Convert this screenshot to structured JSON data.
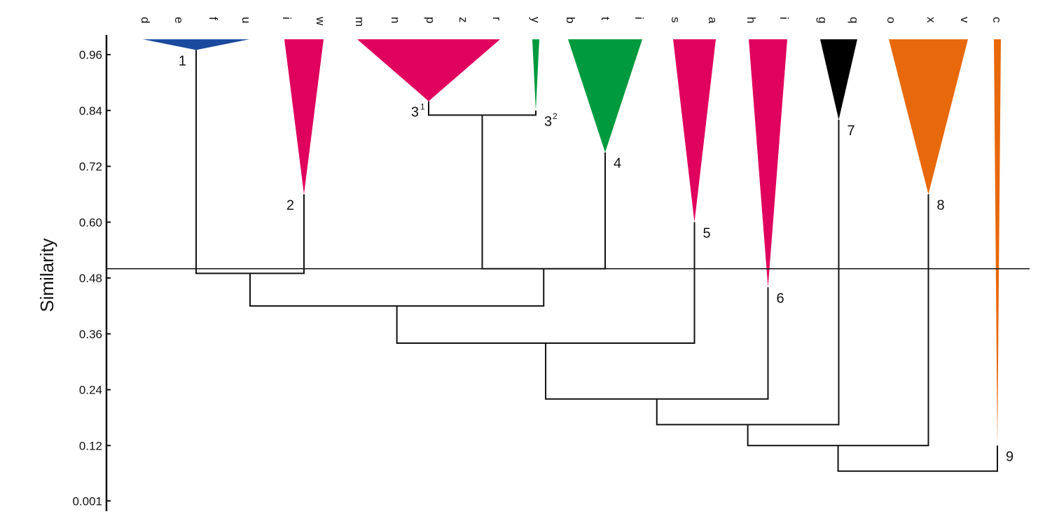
{
  "chart_data": {
    "type": "dendrogram",
    "ylabel": "Similarity",
    "ylim": [
      0,
      1
    ],
    "y_ticks": [
      "0.001",
      "0.12",
      "0.24",
      "0.36",
      "0.48",
      "0.60",
      "0.72",
      "0.84",
      "0.96"
    ],
    "cut_similarity": 0.5,
    "leaves": [
      "d",
      "e",
      "f",
      "u",
      "i",
      "w",
      "m",
      "n",
      "p",
      "z",
      "r",
      "y",
      "b",
      "t",
      "i",
      "s",
      "a",
      "h",
      "i",
      "g",
      "q",
      "o",
      "x",
      "v",
      "c"
    ],
    "colors": {
      "blue": "#1a4a9e",
      "pink": "#e0005e",
      "green": "#009a3e",
      "black": "#000000",
      "orange": "#e8680c"
    },
    "clusters": [
      {
        "id": "c1",
        "label": "1",
        "sup": "",
        "leaf_start": 0,
        "leaf_end": 3,
        "similarity": 0.97,
        "color": "blue"
      },
      {
        "id": "c2",
        "label": "2",
        "sup": "",
        "leaf_start": 4,
        "leaf_end": 5,
        "similarity": 0.66,
        "color": "pink"
      },
      {
        "id": "c31",
        "label": "3",
        "sup": "1",
        "leaf_start": 6,
        "leaf_end": 10,
        "similarity": 0.86,
        "color": "pink"
      },
      {
        "id": "c32",
        "label": "3",
        "sup": "2",
        "leaf_start": 11,
        "leaf_end": 11,
        "similarity": 0.84,
        "color": "green"
      },
      {
        "id": "c4",
        "label": "4",
        "sup": "",
        "leaf_start": 12,
        "leaf_end": 14,
        "similarity": 0.75,
        "color": "green"
      },
      {
        "id": "c5",
        "label": "5",
        "sup": "",
        "leaf_start": 15,
        "leaf_end": 16,
        "similarity": 0.6,
        "color": "pink"
      },
      {
        "id": "c6",
        "label": "6",
        "sup": "",
        "leaf_start": 17,
        "leaf_end": 18,
        "similarity": 0.46,
        "color": "pink"
      },
      {
        "id": "c7",
        "label": "7",
        "sup": "",
        "leaf_start": 19,
        "leaf_end": 20,
        "similarity": 0.82,
        "color": "black"
      },
      {
        "id": "c8",
        "label": "8",
        "sup": "",
        "leaf_start": 21,
        "leaf_end": 23,
        "similarity": 0.66,
        "color": "orange"
      },
      {
        "id": "c9",
        "label": "9",
        "sup": "",
        "leaf_start": 24,
        "leaf_end": 24,
        "similarity": 0.12,
        "color": "orange"
      }
    ],
    "merges": [
      {
        "id": "m12",
        "left": "c1",
        "right": "c2",
        "similarity": 0.49
      },
      {
        "id": "m3",
        "left": "c31",
        "right": "c32",
        "similarity": 0.83
      },
      {
        "id": "m34",
        "left": "m3",
        "right": "c4",
        "similarity": 0.5
      },
      {
        "id": "m1234",
        "left": "m12",
        "right": "m34",
        "similarity": 0.42
      },
      {
        "id": "m5",
        "left": "m1234",
        "right": "c5",
        "similarity": 0.34
      },
      {
        "id": "m6",
        "left": "m5",
        "right": "c6",
        "similarity": 0.22
      },
      {
        "id": "m7",
        "left": "m6",
        "right": "c7",
        "similarity": 0.165
      },
      {
        "id": "m8",
        "left": "m7",
        "right": "c8",
        "similarity": 0.12
      },
      {
        "id": "m9",
        "left": "m8",
        "right": "c9",
        "similarity": 0.065
      }
    ]
  }
}
